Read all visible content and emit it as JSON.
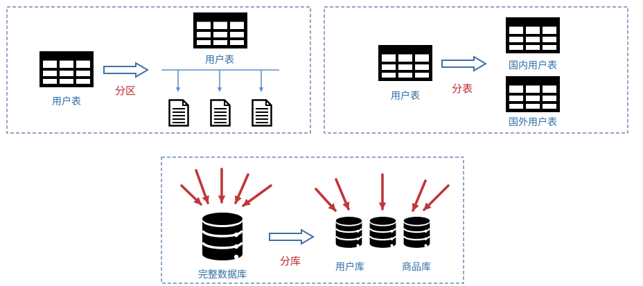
{
  "partition_panel": {
    "source_table_label": "用户表",
    "arrow_label": "分区",
    "target_table_label": "用户表"
  },
  "table_split_panel": {
    "source_table_label": "用户表",
    "arrow_label": "分表",
    "target_tables": [
      {
        "label": "国内用户表"
      },
      {
        "label": "国外用户表"
      }
    ]
  },
  "db_split_panel": {
    "source_db_label": "完整数据库",
    "arrow_label": "分库",
    "target_dbs": [
      {
        "label": "用户库"
      },
      {
        "label": "商品库"
      }
    ]
  },
  "icons": {
    "table": "table-icon",
    "document": "document-icon",
    "database": "database-icon",
    "request_arrow": "request-arrow-icon",
    "flow_arrow": "flow-arrow-icon"
  },
  "colors": {
    "panel_border": "#4a6f9e",
    "flow_arrow": "#3f6fa8",
    "branch_line": "#5b8fc7",
    "request_arrow": "#c0363a",
    "label_blue": "#2e6fa7",
    "label_red": "#c0262d"
  }
}
